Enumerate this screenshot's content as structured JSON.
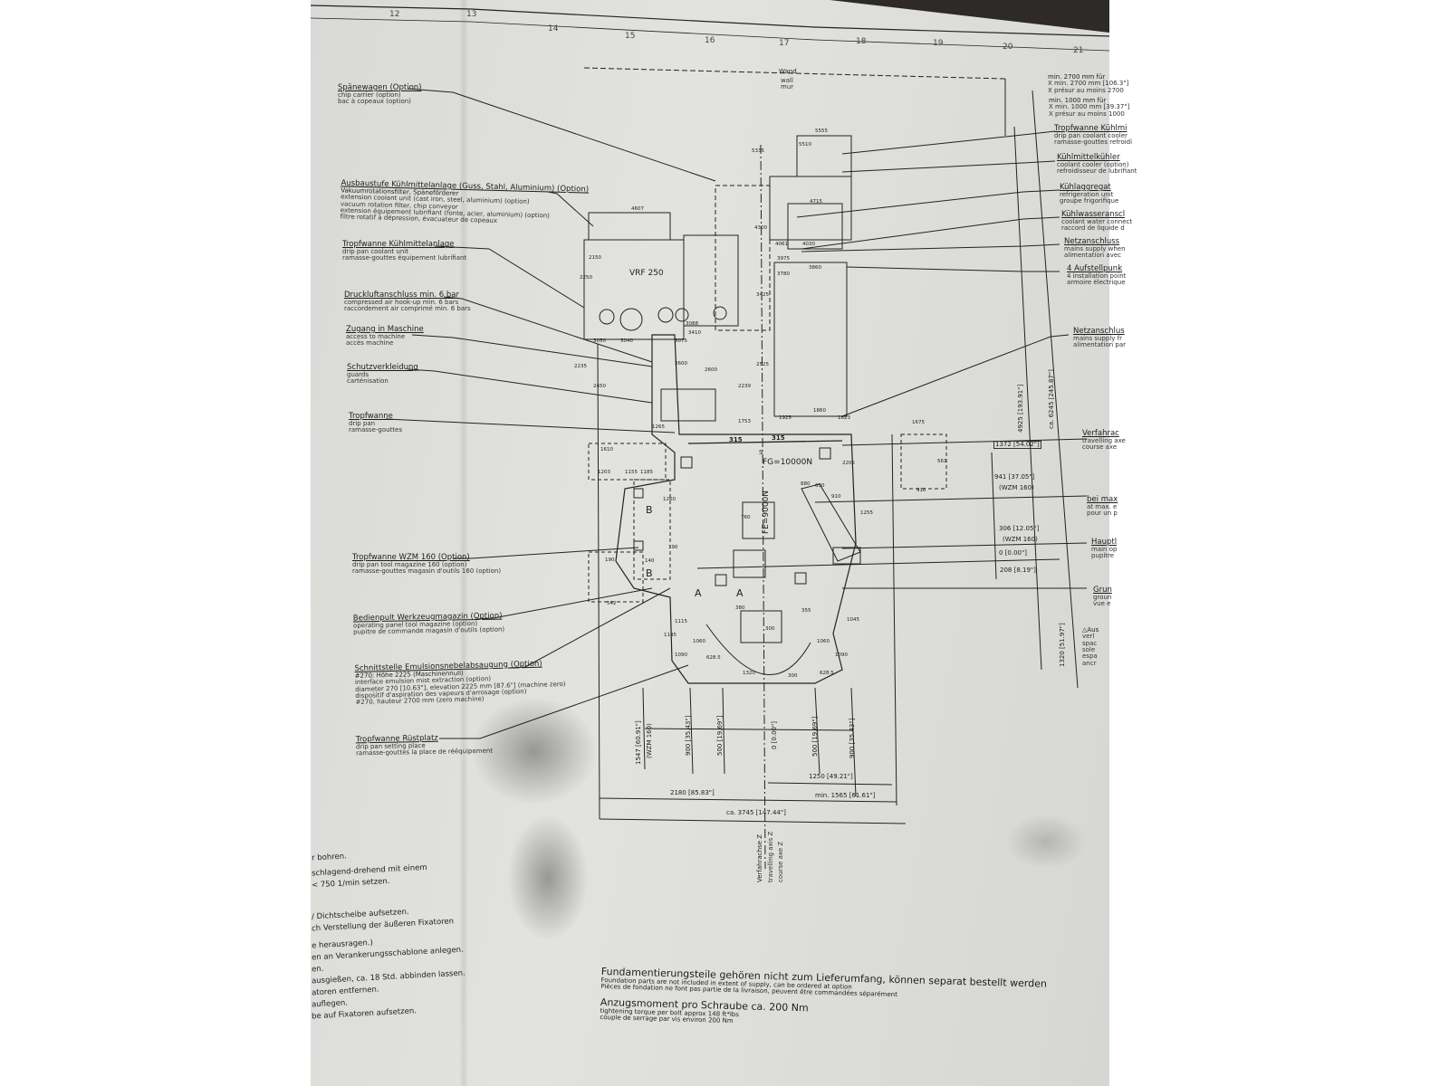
{
  "ruler": [
    "12",
    "13",
    "14",
    "15",
    "16",
    "17",
    "18",
    "19",
    "20",
    "21"
  ],
  "top": {
    "wall_label": "Wand",
    "wall_sub": "wall mur"
  },
  "left_labels": [
    {
      "title": "Spänewagen (Option)",
      "sub": [
        "chip carrier (option)",
        "bac à copeaux (option)"
      ]
    },
    {
      "title": "Ausbaustufe Kühlmittelanlage (Guss, Stahl, Aluminium) (Option)",
      "title2": "Vakuumrotationsfilter, Späneförderer",
      "sub": [
        "extension coolant unit (cast iron, steel, aluminium) (option)",
        "vacuum rotation filter, chip conveyor",
        "extension équipement lubrifiant (fonte, acier, aluminium) (option)",
        "filtre rotatif à dépression, évacuateur de copeaux"
      ]
    },
    {
      "title": "Tropfwanne Kühlmittelanlage",
      "sub": [
        "drip pan coolant unit",
        "ramasse-gouttes équipement lubrifiant"
      ]
    },
    {
      "title": "Druckluftanschluss min. 6 bar",
      "sub": [
        "compressed air hook-up min. 6 bars",
        "raccordement air comprimé min. 6 bars"
      ]
    },
    {
      "title": "Zugang in Maschine",
      "sub": [
        "access to machine",
        "accès machine"
      ]
    },
    {
      "title": "Schutzverkleidung",
      "sub": [
        "guards",
        "carténisation"
      ]
    },
    {
      "title": "Tropfwanne",
      "sub": [
        "drip pan",
        "ramasse-gouttes"
      ]
    },
    {
      "title": "Tropfwanne WZM 160 (Option)",
      "sub": [
        "drip pan tool magazine 160 (option)",
        "ramasse-gouttes magasin d'outils 160 (option)"
      ]
    },
    {
      "title": "Bedienpult Werkzeugmagazin (Option)",
      "sub": [
        "operating panel tool magazine (option)",
        "pupitre de commande magasin d'outils (option)"
      ]
    },
    {
      "title": "Schnittstelle Emulsionsnebelabsaugung (Option)",
      "title2": "#270; Höhe 2225 (Maschinennull)",
      "sub": [
        "interface emulsion mist extraction (option)",
        "diameter 270 [10.63\"], elevation 2225 mm [87.6\"] (machine zero)",
        "dispositif d'aspiration des vapeurs d'arrosage (option)",
        "#270, hauteur 2700 mm (zero machine)"
      ]
    },
    {
      "title": "Tropfwanne Rüstplatz",
      "sub": [
        "drip pan setting place",
        "ramasse-gouttes la place de rééquipement"
      ]
    }
  ],
  "right_labels": [
    {
      "title": "min. 2700 mm für",
      "sub": [
        "X min. 2700 mm [106.3\"]",
        "X présur au moins 2700"
      ]
    },
    {
      "title": "min. 1000 mm für",
      "sub": [
        "X min. 1000 mm [39.37\"]",
        "X présur au moins 1000"
      ]
    },
    {
      "title": "Tropfwanne Kühlmi",
      "sub": [
        "drip pan coolant cooler",
        "ramasse-gouttes refroidi"
      ]
    },
    {
      "title": "Kühlmittelkühler",
      "sub": [
        "coolant cooler (option)",
        "refroidisseur de lubrifiant"
      ]
    },
    {
      "title": "Kühlaggregat",
      "sub": [
        "refrigeration unit",
        "groupe frigorifique"
      ]
    },
    {
      "title": "Kühlwasseranscl",
      "sub": [
        "coolant water connect",
        "raccord de liquide d"
      ]
    },
    {
      "title": "Netzanschluss",
      "sub": [
        "mains supply when",
        "alimentation avec"
      ]
    },
    {
      "title": "4 Aufstellpunk",
      "sub": [
        "4 installation point",
        "armoire électrique"
      ]
    },
    {
      "title": "Netzanschlus",
      "sub": [
        "mains supply fr",
        "alimentation par"
      ]
    },
    {
      "title": "Verfahrac",
      "sub": [
        "travelling axe",
        "course axe"
      ]
    },
    {
      "title": "bei max",
      "sub": [
        "at max. e",
        "pour un p"
      ]
    },
    {
      "title": "Hauptl",
      "sub": [
        "main op",
        "pupitre"
      ]
    },
    {
      "title": "Grun",
      "sub": [
        "groun",
        "vue e"
      ]
    },
    {
      "title": "Aus",
      "sub": [
        "verl",
        "spac",
        "sole",
        "espa",
        "ancr"
      ]
    }
  ],
  "machine": {
    "unit_label": "VRF 250",
    "force_s": "S",
    "force_x": "315",
    "force_x2": "315",
    "fg": "FG=10000N",
    "fe": "FE=9000N",
    "marks": [
      "B",
      "B",
      "A",
      "A"
    ],
    "dims": [
      "5335",
      "5555",
      "5510",
      "4607",
      "4715",
      "4300",
      "4061",
      "4030",
      "3975",
      "3860",
      "3780",
      "3425",
      "3410",
      "3088",
      "3050",
      "3040",
      "3075",
      "2150",
      "2250",
      "2235",
      "2450",
      "2600",
      "2600",
      "2525",
      "2239",
      "1925",
      "1860",
      "1823",
      "1753",
      "1675",
      "1610",
      "1203",
      "1155",
      "1185",
      "1265",
      "1260",
      "190",
      "190",
      "140",
      "542",
      "380",
      "355",
      "1060",
      "1060",
      "1090",
      "1090",
      "1115",
      "1145",
      "1045",
      "628.5",
      "628.5",
      "1320",
      "300",
      "300",
      "760",
      "630",
      "910",
      "910",
      "880",
      "561",
      "2205",
      "1255"
    ]
  },
  "right_dims": [
    {
      "v": "1372 [54.02\"]"
    },
    {
      "v": "941 [37.05\"]",
      "n": "(WZM 160)"
    },
    {
      "v": "306 [12.05\"]",
      "n": "(WZM 160)"
    },
    {
      "v": "0 [0.00\"]"
    },
    {
      "v": "208 [8.19\"]"
    },
    {
      "v": "4925 [193.91\"]"
    },
    {
      "v": "ca. 6245 [245.87\"]"
    },
    {
      "v": "1320 [51.97\"]"
    }
  ],
  "bottom_dims": {
    "vertical": [
      "1547 [60.91\"]",
      "(WZM 160)",
      "900 [35.43\"]",
      "500 [19.69\"]",
      "0 [0.00\"]",
      "500 [19.69\"]",
      "900 [35.43\"]"
    ],
    "d1250": "1250 [49.21\"]",
    "d2180": "2180 [85.83\"]",
    "d1565": "min. 1565 [61.61\"]",
    "d3745": "ca. 3745 [147.44\"]",
    "axis_z": [
      "Verfahrachse Z",
      "travelling axis Z",
      "course axe Z"
    ]
  },
  "notes_left": [
    "r bohren.",
    "schlagend-drehend mit einem",
    "< 750 1/min setzen.",
    "/ Dichtscheibe aufsetzen.",
    "ch Verstellung der äußeren Fixatoren",
    "e herausragen.)",
    "en an Verankerungsschablone anlegen.",
    "en.",
    "ausgießen, ca. 18 Std. abbinden lassen.",
    "atoren entfernen.",
    "auflegen.",
    "be auf Fixatoren aufsetzen."
  ],
  "footer": {
    "line1": "Fundamentierungsteile gehören nicht zum Lieferumfang, können separat bestellt werden",
    "line1_en": "Foundation parts are not included in extent of supply, can be ordered at option",
    "line1_fr": "Pièces de fondation ne font pas partie de la livraison, peuvent être commandées séparément",
    "line2": "Anzugsmoment pro Schraube ca. 200 Nm",
    "line2_en": "tightening torque per bolt approx 148 ft*lbs",
    "line2_fr": "couple de serrage par vis environ 200 Nm"
  }
}
